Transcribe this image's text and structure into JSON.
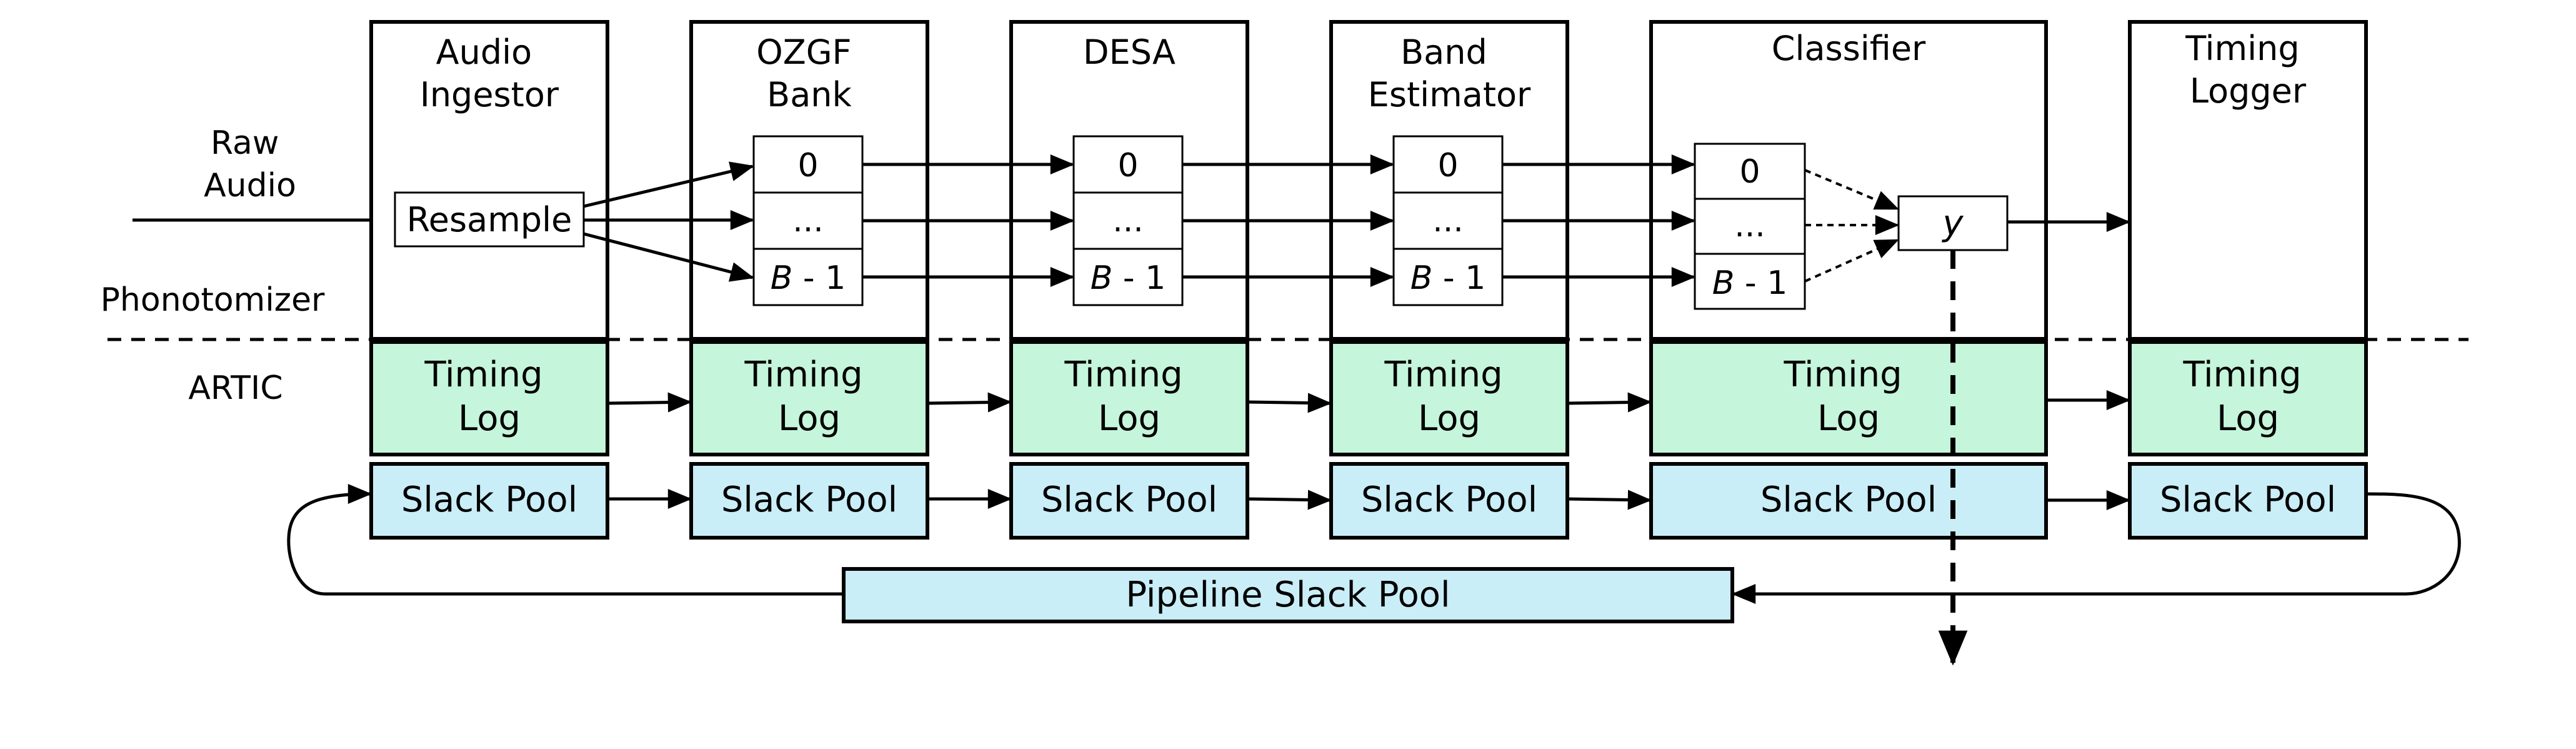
{
  "side_labels": {
    "raw_audio": [
      "Raw",
      "Audio"
    ],
    "phonotomizer": "Phonotomizer",
    "artic": "ARTIC"
  },
  "stages": [
    {
      "title": [
        "Audio",
        "Ingestor"
      ],
      "timing_log": [
        "Timing",
        "Log"
      ],
      "slack_pool": "Slack Pool"
    },
    {
      "title": [
        "OZGF",
        "Bank"
      ],
      "timing_log": [
        "Timing",
        "Log"
      ],
      "slack_pool": "Slack Pool"
    },
    {
      "title": [
        "DESA"
      ],
      "timing_log": [
        "Timing",
        "Log"
      ],
      "slack_pool": "Slack Pool"
    },
    {
      "title": [
        "Band",
        "Estimator"
      ],
      "timing_log": [
        "Timing",
        "Log"
      ],
      "slack_pool": "Slack Pool"
    },
    {
      "title": [
        "Classifier"
      ],
      "timing_log": [
        "Timing",
        "Log"
      ],
      "slack_pool": "Slack Pool"
    },
    {
      "title": [
        "Timing",
        "Logger"
      ],
      "timing_log": [
        "Timing",
        "Log"
      ],
      "slack_pool": "Slack Pool"
    }
  ],
  "resample_label": "Resample",
  "band_cells": {
    "first": "0",
    "middle": "...",
    "last_var": "B",
    "last_suffix": " - 1"
  },
  "output_label": "y",
  "pipeline_slack_pool": "Pipeline Slack Pool",
  "colors": {
    "timing_log_fill": "#c5f5db",
    "slack_pool_fill": "#c9eef8",
    "stroke": "#000000"
  }
}
